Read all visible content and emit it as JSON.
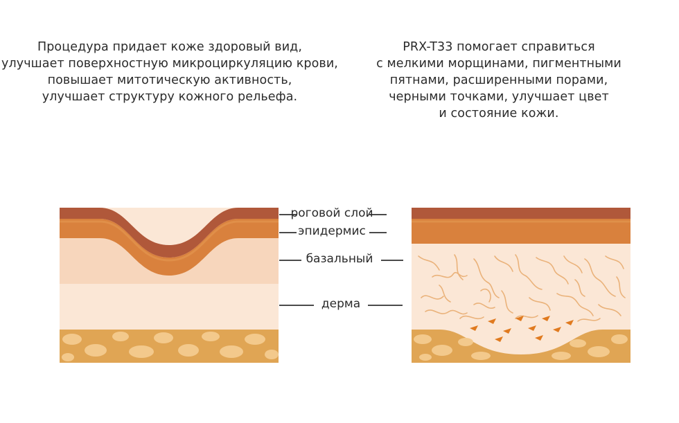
{
  "captions": {
    "left": [
      "Процедура придает коже здоровый вид,",
      "улучшает поверхностную микроциркуляцию крови,",
      "повышает митотическую активность,",
      "улучшает структуру кожного рельефа."
    ],
    "right": [
      "PRX-T33 помогает справиться",
      "с мелкими морщинами, пигментными",
      "пятнами, расширенными порами,",
      "черными точками, улучшает цвет",
      "и состояние кожи."
    ]
  },
  "layers": {
    "stratum_corneum": "роговой слой",
    "epidermis": "эпидермис",
    "basal": "базальный",
    "dermis": "дерма"
  },
  "colors": {
    "stratum_corneum": "#b0583a",
    "epidermis": "#d9813d",
    "basal": "#f6d3b8",
    "dermis": "#fbe7d6",
    "hypodermis": "#e0a554",
    "fat_cells": "#f3c98c",
    "fibers": "#eab27a",
    "arrows": "#e07a1f"
  }
}
